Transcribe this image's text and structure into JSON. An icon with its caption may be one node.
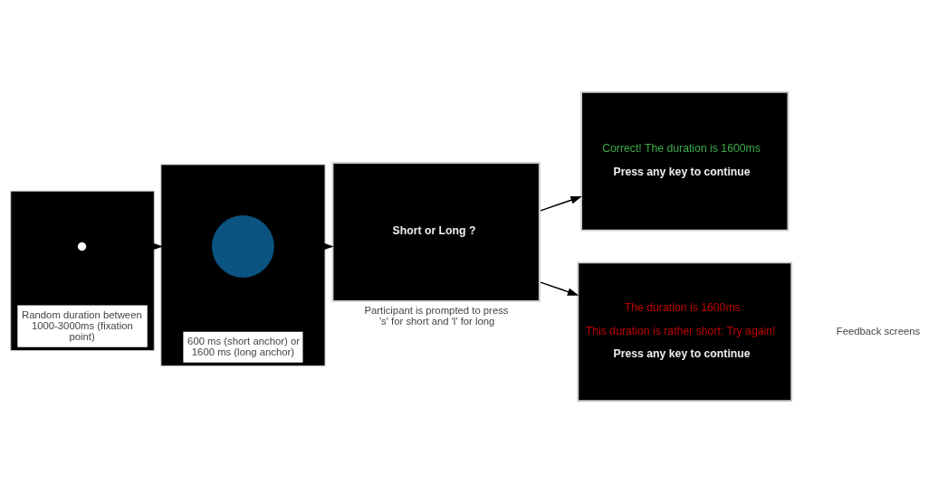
{
  "diagram": {
    "nodes": [
      {
        "text": [],
        "shape": "box",
        "beside": [
          "Random duration between 1000-3000ms (fixation point)"
        ]
      },
      {
        "text": [],
        "shape": "circle",
        "in": 0
      },
      {
        "text": [],
        "shape": "box",
        "beside": [
          "600 ms (short anchor) or 1600 ms (long anchor)"
        ]
      },
      {
        "text": [],
        "shape": "circle",
        "in": 2
      },
      {
        "text": [
          "Short or Long ?"
        ],
        "beside": [
          "Participant is prompted to press 's' for short and 'l' for long"
        ]
      },
      {
        "text": [
          "Correct! The duration is 1600ms",
          "Press any key to continue"
        ]
      },
      {
        "text": [
          "The duration is 1600ms",
          "This duration is rather short: Try again!",
          "Press any key to continue"
        ]
      }
    ],
    "edges": [
      {
        "from": 0,
        "to": 2,
        "arrow": "to"
      },
      {
        "from": 2,
        "to": 4,
        "arrow": "to"
      },
      {
        "from": 4,
        "to": 5,
        "arrow": "to"
      },
      {
        "from": 4,
        "to": 6,
        "arrow": "to"
      }
    ],
    "labels": [
      "Feedback screens"
    ]
  }
}
